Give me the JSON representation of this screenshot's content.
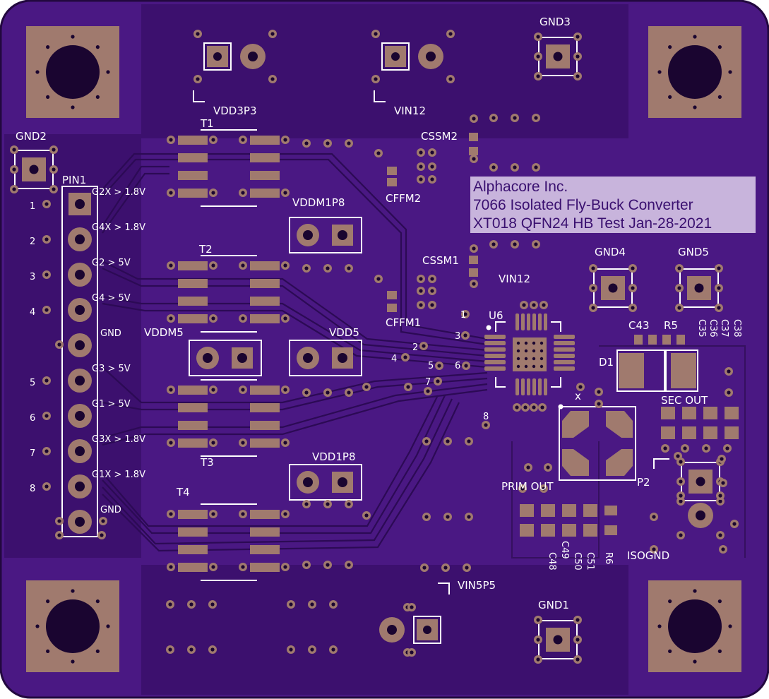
{
  "board": {
    "colors": {
      "board": "#4a1883",
      "edge": "#22083f",
      "copper": "#3c106e",
      "pad": "#a07a6e",
      "pad_dark": "#7a5a50",
      "drill": "#1a0530",
      "silk": "#ffffff",
      "banner_bg": "#c8b4dc"
    },
    "banner": {
      "line1": "Alphacore Inc.",
      "line2": "7066 Isolated Fly-Buck Converter",
      "line3": "XT018 QFN24 HB Test Jan-28-2021"
    },
    "labels": {
      "vdd3p3": "VDD3P3",
      "vin12_top": "VIN12",
      "gnd3": "GND3",
      "gnd2": "GND2",
      "pin1": "PIN1",
      "t1": "T1",
      "t2": "T2",
      "t3": "T3",
      "t4": "T4",
      "cssm2": "CSSM2",
      "cffm2": "CFFM2",
      "cssm1": "CSSM1",
      "cffm1": "CFFM1",
      "vddm1p8": "VDDM1P8",
      "vddm5": "VDDM5",
      "vdd5": "VDD5",
      "vdd1p8": "VDD1P8",
      "vin12_mid": "VIN12",
      "u6": "U6",
      "gnd4": "GND4",
      "gnd5": "GND5",
      "c43": "C43",
      "r5": "R5",
      "c35": "C35",
      "c36": "C36",
      "c37": "C37",
      "c38": "C38",
      "d1": "D1",
      "sec_out": "SEC OUT",
      "p2": "P2",
      "prim_out": "PRIM OUT",
      "isognd": "ISOGND",
      "c48": "C48",
      "c49": "C49",
      "c50": "C50",
      "c51": "C51",
      "r6": "R6",
      "vin5p5": "VIN5P5",
      "gnd1": "GND1",
      "x_mark": "x"
    },
    "header_numbers": [
      "1",
      "2",
      "3",
      "4",
      "5",
      "6",
      "7",
      "8"
    ],
    "signal_labels": [
      "G2X > 1.8V",
      "G4X > 1.8V",
      "G2 > 5V",
      "G4 > 5V",
      "GND",
      "G3 > 5V",
      "G1 > 5V",
      "G3X > 1.8V",
      "G1X > 1.8V",
      "GND"
    ],
    "test_point_numbers": [
      "1",
      "2",
      "3",
      "4",
      "5",
      "6",
      "7",
      "8"
    ]
  }
}
